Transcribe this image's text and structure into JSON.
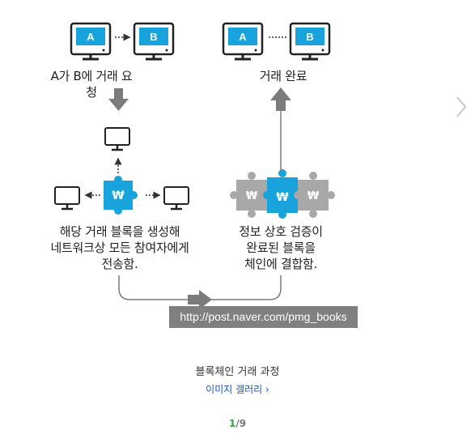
{
  "diagram": {
    "top_left": {
      "a_label": "A",
      "b_label": "B",
      "caption": "A가 B에 거래 요청"
    },
    "top_right": {
      "a_label": "A",
      "b_label": "B",
      "caption": "거래 완료"
    },
    "block_symbol": "₩",
    "caption_left": [
      "해당 거래 블록을 생성해",
      "네트워크상 모든 참여자에게",
      "전송함."
    ],
    "caption_right": [
      "정보 상호 검증이",
      "완료된 블록을",
      "체인에 결합함."
    ],
    "watermark_url": "http://post.naver.com/pmg_books",
    "colors": {
      "monitor_screen": "#19a3dd",
      "block_blue": "#19a3dd",
      "block_gray": "#a8a8a8",
      "arrow_gray": "#7b7b7b"
    }
  },
  "image_caption": "블록체인 거래 과정",
  "gallery_link": "이미지 갤러리 ›",
  "pager": {
    "current": "1",
    "total": "/9"
  },
  "icons": {
    "next": "chevron-right-icon"
  }
}
